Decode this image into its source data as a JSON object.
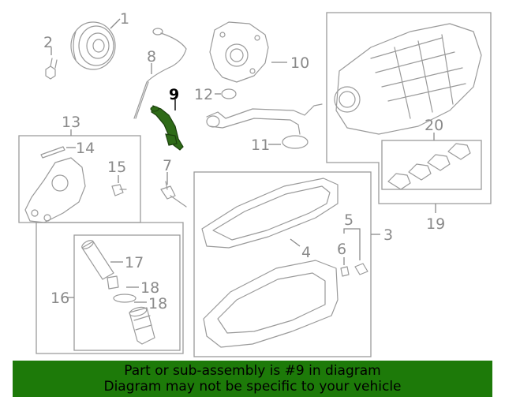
{
  "callouts": {
    "c1": "1",
    "c2": "2",
    "c3": "3",
    "c4": "4",
    "c5": "5",
    "c6": "6",
    "c7": "7",
    "c8": "8",
    "c9": "9",
    "c10": "10",
    "c11": "11",
    "c12": "12",
    "c13": "13",
    "c14": "14",
    "c15": "15",
    "c16": "16",
    "c17": "17",
    "c18a": "18",
    "c18b": "18",
    "c19": "19",
    "c20": "20"
  },
  "highlight": {
    "part": "9",
    "color": "#2e6b17"
  },
  "banner": {
    "line1": "Part or sub-assembly is #9 in diagram",
    "line2": "Diagram may not be specific to your vehicle",
    "background": "#1d7a09"
  }
}
